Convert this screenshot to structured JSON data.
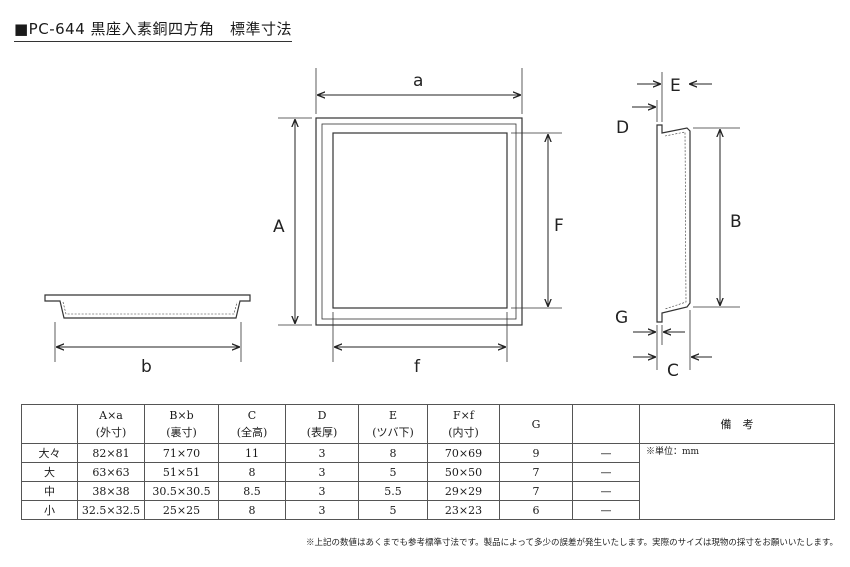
{
  "title": "■PC-644 黒座入素銅四方角　標準寸法",
  "dimension_labels": {
    "a": "a",
    "A": "A",
    "f": "f",
    "F": "F",
    "b": "b",
    "B": "B",
    "C": "C",
    "D": "D",
    "E": "E",
    "G": "G"
  },
  "table": {
    "headers": [
      {
        "top": "",
        "bottom": ""
      },
      {
        "top": "A×a",
        "bottom": "(外寸)"
      },
      {
        "top": "B×b",
        "bottom": "(裏寸)"
      },
      {
        "top": "C",
        "bottom": "(全高)"
      },
      {
        "top": "D",
        "bottom": "(表厚)"
      },
      {
        "top": "E",
        "bottom": "(ツバ下)"
      },
      {
        "top": "F×f",
        "bottom": "(内寸)"
      },
      {
        "top": "G",
        "bottom": ""
      },
      {
        "top": "",
        "bottom": ""
      },
      {
        "top": "備　考",
        "bottom": ""
      }
    ],
    "rows": [
      [
        "大々",
        "82×81",
        "71×70",
        "11",
        "3",
        "8",
        "70×69",
        "9",
        "—"
      ],
      [
        "大",
        "63×63",
        "51×51",
        "8",
        "3",
        "5",
        "50×50",
        "7",
        "—"
      ],
      [
        "中",
        "38×38",
        "30.5×30.5",
        "8.5",
        "3",
        "5.5",
        "29×29",
        "7",
        "—"
      ],
      [
        "小",
        "32.5×32.5",
        "25×25",
        "8",
        "3",
        "5",
        "23×23",
        "6",
        "—"
      ]
    ],
    "note": "※単位：mm"
  },
  "footnote": "※上記の数値はあくまでも参考標準寸法です。製品によって多少の誤差が発生いたします。実際のサイズは現物の採寸をお願いいたします。"
}
